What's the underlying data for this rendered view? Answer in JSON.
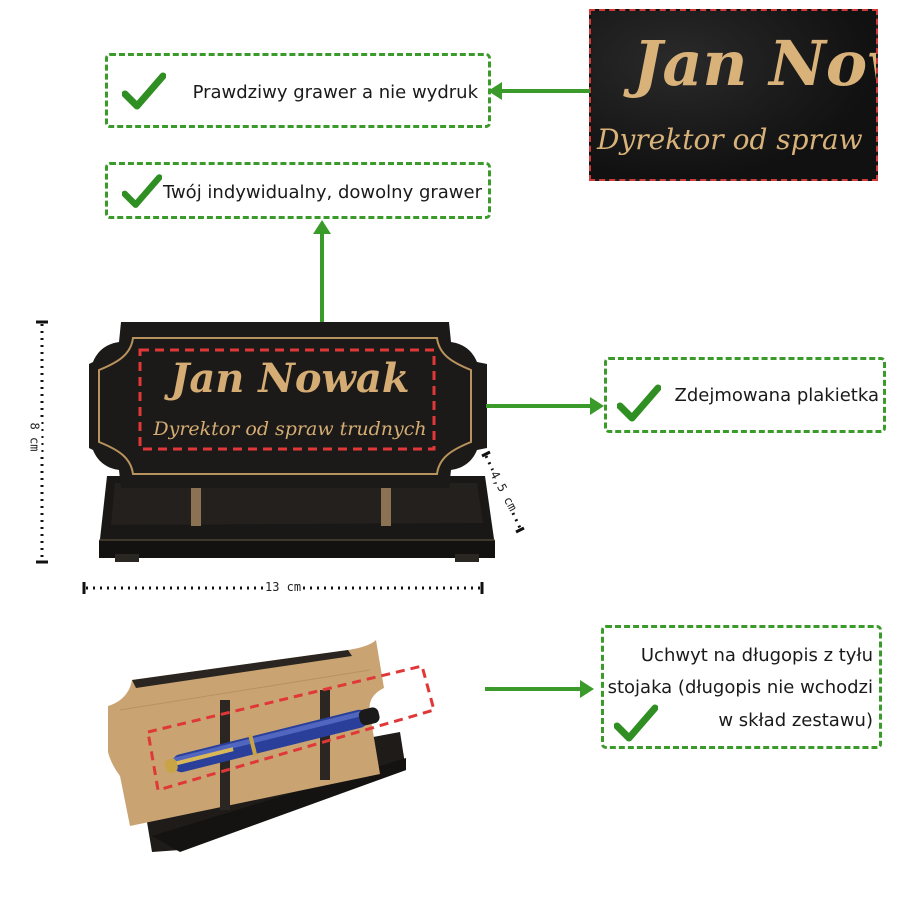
{
  "callouts": {
    "real_engraving": "Prawdziwy grawer a nie wydruk",
    "custom_engraving": "Twój indywidualny, dowolny grawer",
    "removable_plate": "Zdejmowana plakietka",
    "pen_holder_line1": "Uchwyt na długopis z tyłu",
    "pen_holder_line2": "stojaka (długopis nie wchodzi",
    "pen_holder_line3": "w skład zestawu)"
  },
  "zoom": {
    "name": "Jan Now",
    "title": "Dyrektor od spraw"
  },
  "plaque": {
    "name": "Jan Nowak",
    "title": "Dyrektor od spraw trudnych"
  },
  "dimensions": {
    "height": "8 cm",
    "width": "13 cm",
    "depth": "4,5 cm"
  },
  "colors": {
    "accent_green": "#3a9a2a",
    "highlight_red": "#d23a3a",
    "engraving_gold": "#d4ac74",
    "wood_dark": "#1c1a18",
    "wood_light": "#c9a472"
  }
}
